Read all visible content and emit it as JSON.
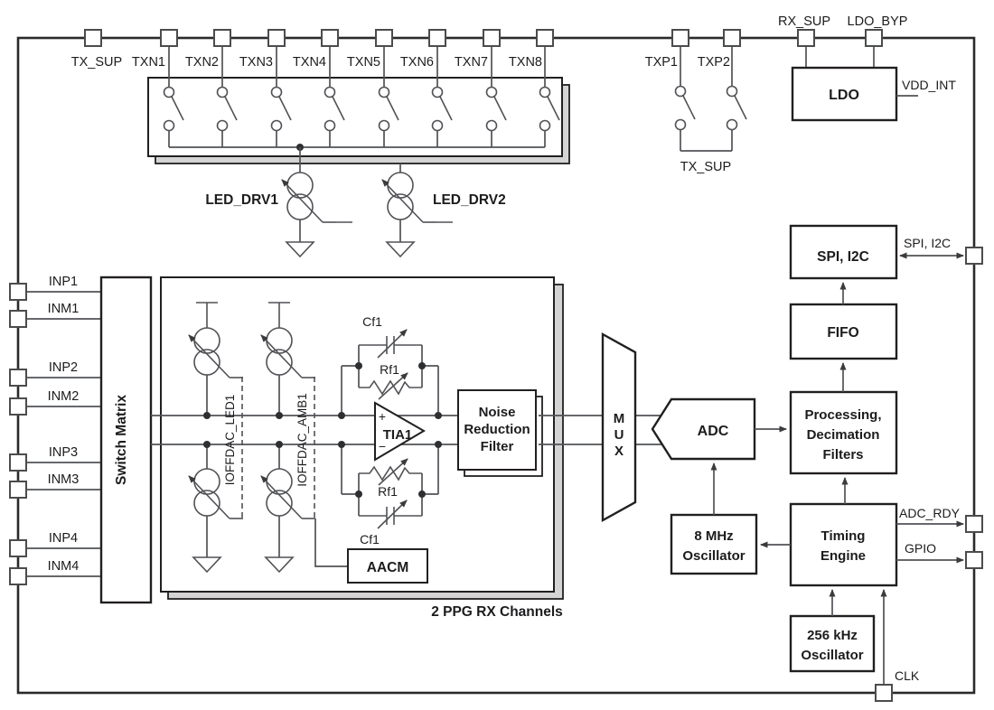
{
  "colors": {
    "caption": "#1515e6",
    "wire": "#515256",
    "box_border": "#221f20",
    "shadow_fill": "#d4d4d4"
  },
  "labels": {
    "pins_top": [
      "TX_SUP",
      "TXN1",
      "TXN2",
      "TXN3",
      "TXN4",
      "TXN5",
      "TXN6",
      "TXN7",
      "TXN8"
    ],
    "pins_txp": [
      "TXP1",
      "TXP2"
    ],
    "pins_supply": [
      "RX_SUP",
      "LDO_BYP"
    ],
    "pins_left": [
      "INP1",
      "INM1",
      "INP2",
      "INM2",
      "INP3",
      "INM3",
      "INP4",
      "INM4"
    ],
    "net_tx_sup": "TX_SUP",
    "net_vdd_int": "VDD_INT",
    "net_spi_i2c": "SPI, I2C",
    "net_adc_rdy": "ADC_RDY",
    "net_gpio": "GPIO",
    "net_clk": "CLK",
    "led_drv1": "LED_DRV1",
    "led_drv2": "LED_DRV2",
    "ioffdac_led1": "IOFFDAC_LED1",
    "ioffdac_amb1": "IOFFDAC_AMB1",
    "rf1": "Rf1",
    "cf1": "Cf1",
    "tia_plus": "+",
    "tia_minus": "−",
    "caption": "2 PPG RX Channels"
  },
  "blocks": {
    "switch_matrix": "Switch Matrix",
    "ldo": "LDO",
    "spi_i2c": "SPI, I2C",
    "fifo": "FIFO",
    "processing": [
      "Processing,",
      "Decimation",
      "Filters"
    ],
    "timing": [
      "Timing",
      "Engine"
    ],
    "osc_8mhz": [
      "8 MHz",
      "Oscillator"
    ],
    "osc_256khz": [
      "256 kHz",
      "Oscillator"
    ],
    "adc": "ADC",
    "mux": [
      "M",
      "U",
      "X"
    ],
    "nrf": [
      "Noise",
      "Reduction",
      "Filter"
    ],
    "aacm": "AACM",
    "tia": "TIA1"
  }
}
